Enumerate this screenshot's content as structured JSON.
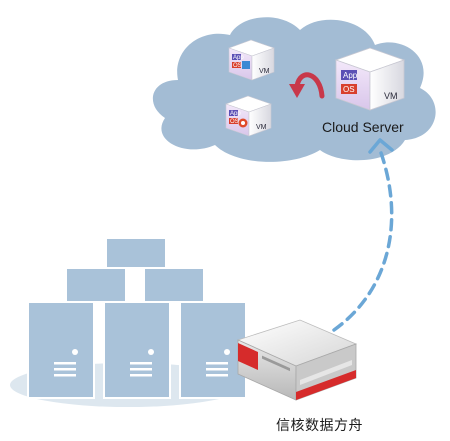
{
  "cloud": {
    "server_label": "Cloud Server",
    "vms": [
      {
        "app": "App",
        "os": "OS",
        "vm": "VM"
      },
      {
        "app": "App",
        "os": "OS",
        "vm": "VM"
      },
      {
        "app": "App",
        "os": "OS",
        "vm": "VM"
      }
    ]
  },
  "appliance": {
    "label": "信核数据方舟"
  },
  "colors": {
    "cloud_fill": "#a3bcd4",
    "server_fill": "#a9c2d9",
    "server_stroke": "#ffffff",
    "arrow_dash": "#6ba7d6",
    "migration_arrow": "#c8384a",
    "accent_red": "#d62b2b"
  }
}
